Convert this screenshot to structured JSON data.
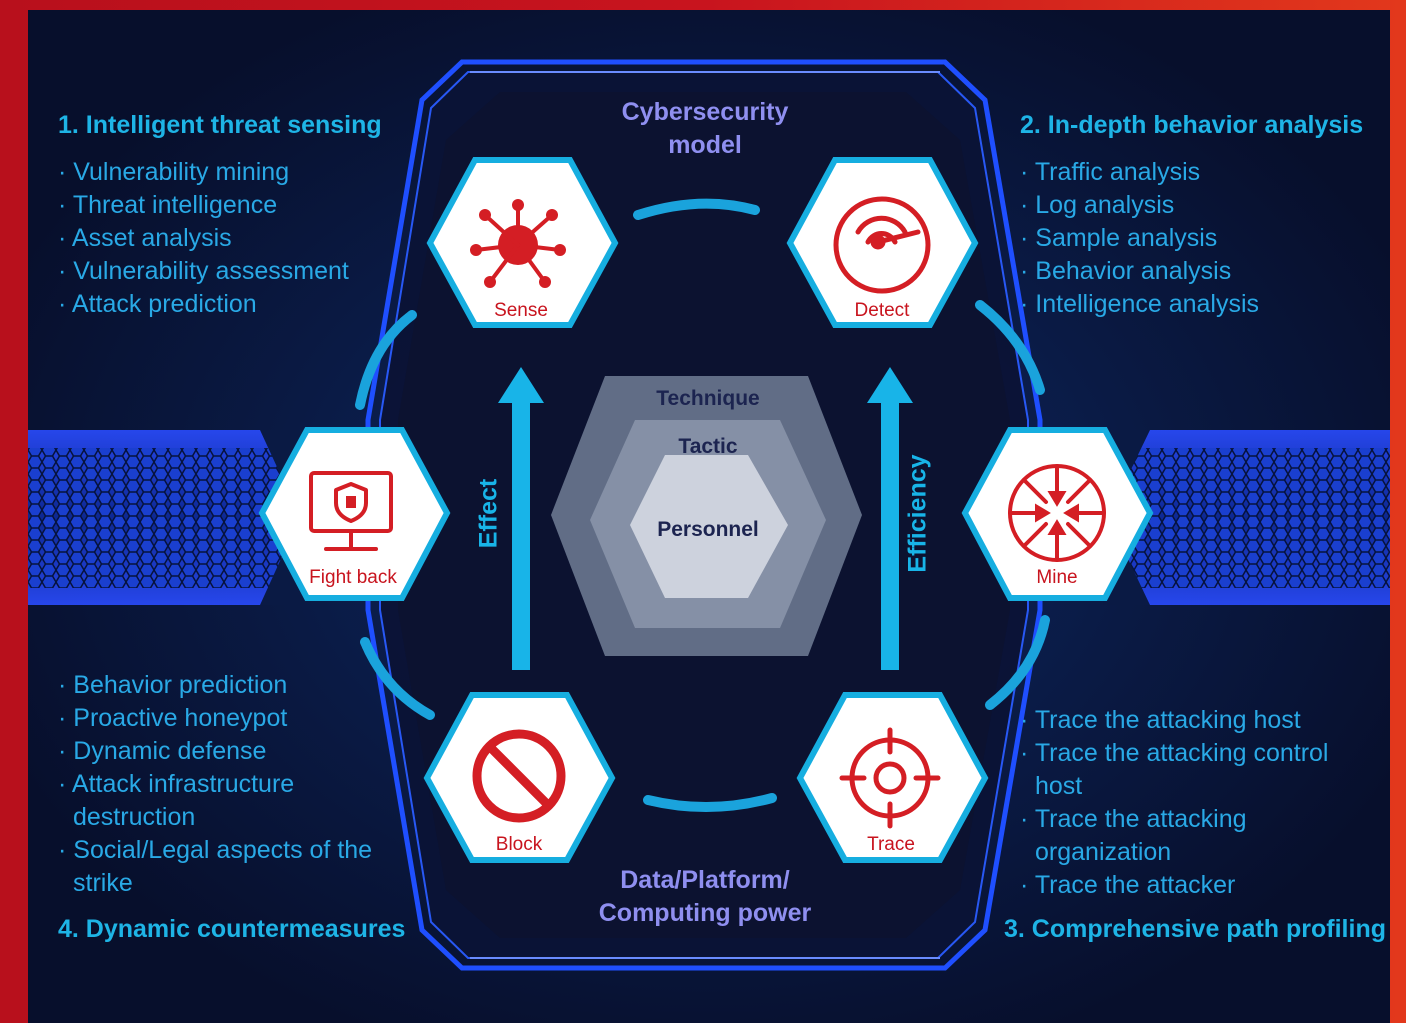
{
  "center": {
    "top_title": "Cybersecurity\nmodel",
    "bottom_title": "Data/Platform/\nComputing power",
    "layers": {
      "outer": "Technique",
      "middle": "Tactic",
      "inner": "Personnel"
    },
    "left_arrow_label": "Effect",
    "right_arrow_label": "Efficiency"
  },
  "nodes": {
    "sense": "Sense",
    "detect": "Detect",
    "mine": "Mine",
    "trace": "Trace",
    "block": "Block",
    "fight_back": "Fight back"
  },
  "sections": {
    "s1": {
      "title": "1. Intelligent threat sensing",
      "items": [
        "· Vulnerability mining",
        "· Threat intelligence",
        "· Asset analysis",
        "· Vulnerability assessment",
        "· Attack prediction"
      ]
    },
    "s2": {
      "title": "2. In-depth behavior analysis",
      "items": [
        "· Traffic analysis",
        "· Log analysis",
        "· Sample analysis",
        "· Behavior analysis",
        "· Intelligence analysis"
      ]
    },
    "s3": {
      "title": "3. Comprehensive path profiling",
      "items": [
        "· Trace the attacking host",
        "· Trace the attacking control",
        "host",
        "· Trace the attacking",
        "organization",
        "· Trace the attacker"
      ]
    },
    "s4": {
      "title": "4. Dynamic countermeasures",
      "items": [
        "· Behavior prediction",
        "· Proactive honeypot",
        "· Dynamic defense",
        "· Attack infrastructure",
        "destruction",
        "· Social/Legal aspects of the",
        "strike"
      ]
    }
  },
  "colors": {
    "accent_cyan": "#1eb4e6",
    "icon_red": "#d41e24",
    "frame_blue": "#1f4fff",
    "title_purple": "#8f8ff0"
  },
  "icons": {
    "sense": "virus-icon",
    "detect": "radar-icon",
    "mine": "compass-arrows-icon",
    "trace": "crosshair-icon",
    "block": "prohibited-icon",
    "fight_back": "shield-monitor-icon"
  }
}
